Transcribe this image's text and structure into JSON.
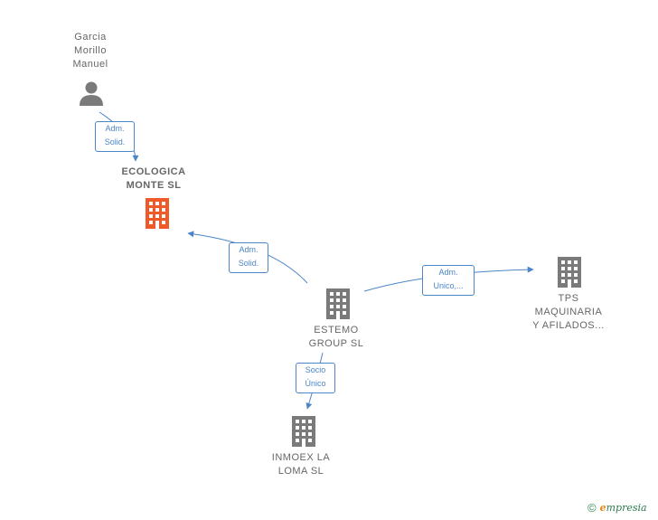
{
  "nodes": {
    "person": {
      "label": "Garcia\nMorillo\nManuel"
    },
    "ecologica": {
      "label": "ECOLOGICA\nMONTE  SL"
    },
    "estemo": {
      "label": "ESTEMO\nGROUP  SL"
    },
    "tps": {
      "label": "TPS\nMAQUINARIA\nY AFILADOS..."
    },
    "inmoex": {
      "label": "INMOEX LA\nLOMA  SL"
    }
  },
  "edges": {
    "person_ecologica": "Adm.\nSolid.",
    "estemo_ecologica": "Adm.\nSolid.",
    "estemo_tps": "Adm.\nUnico,...",
    "estemo_inmoex": "Socio\nÚnico"
  },
  "colors": {
    "focus_building": "#f05a28",
    "building": "#7a7a7a",
    "person": "#7a7a7a",
    "edge": "#4a86c8"
  },
  "icons": {
    "person": "person-icon",
    "building": "building-icon"
  },
  "footer": {
    "copyright": "©",
    "brand_initial": "e",
    "brand_rest": "mpresia"
  }
}
